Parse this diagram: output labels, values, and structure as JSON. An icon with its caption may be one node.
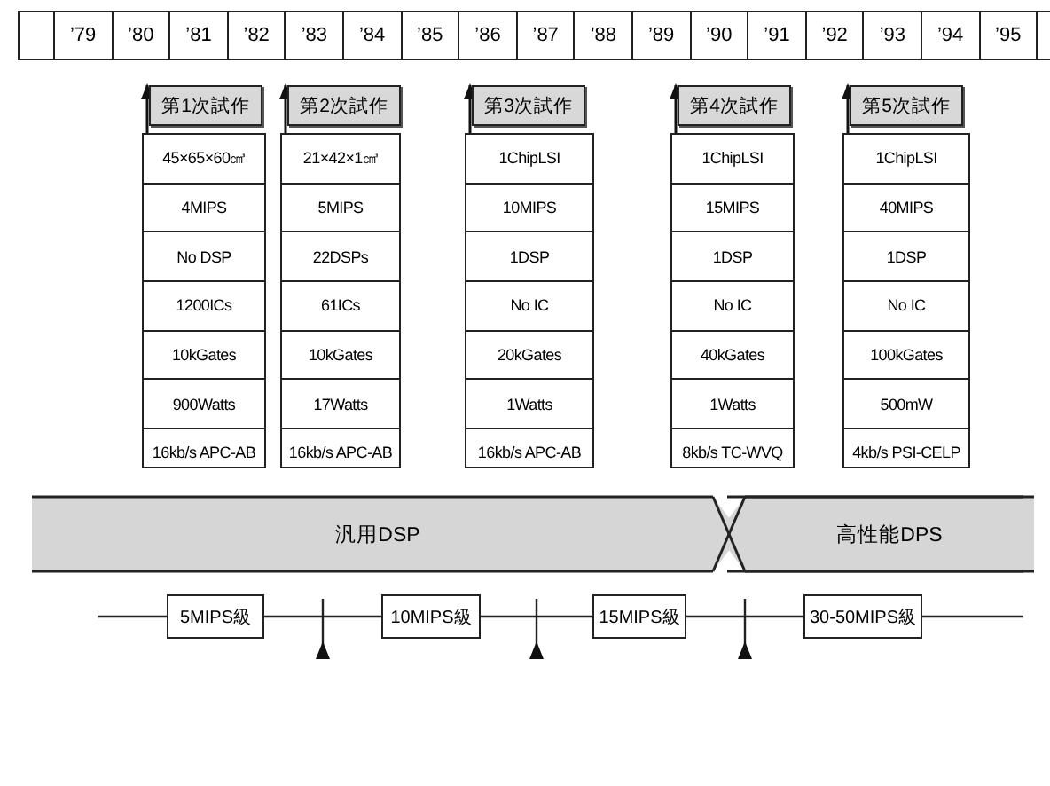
{
  "diagram": {
    "nodes": [
      {
        "text": [
          "第1次試作"
        ]
      },
      {
        "text": [
          "45×65×60㎤",
          "4MIPS",
          "No DSP",
          "1200ICs",
          "10kGates",
          "900Watts",
          "16kb/s APC-AB"
        ]
      },
      {
        "text": [
          "第2次試作"
        ]
      },
      {
        "text": [
          "21×42×1㎤",
          "5MIPS",
          "22DSPs",
          "61ICs",
          "10kGates",
          "17Watts",
          "16kb/s APC-AB"
        ]
      },
      {
        "text": [
          "第3次試作"
        ]
      },
      {
        "text": [
          "1ChipLSI",
          "10MIPS",
          "1DSP",
          "No IC",
          "20kGates",
          "1Watts",
          "16kb/s APC-AB"
        ]
      },
      {
        "text": [
          "第4次試作"
        ]
      },
      {
        "text": [
          "1ChipLSI",
          "15MIPS",
          "1DSP",
          "No IC",
          "40kGates",
          "1Watts",
          "8kb/s TC-WVQ"
        ]
      },
      {
        "text": [
          "第5次試作"
        ]
      },
      {
        "text": [
          "1ChipLSI",
          "40MIPS",
          "1DSP",
          "No IC",
          "100kGates",
          "500mW",
          "4kb/s PSI-CELP"
        ]
      },
      {
        "text": [
          "汎用DSP"
        ]
      },
      {
        "text": [
          "高性能DPS"
        ]
      },
      {
        "text": [
          "5MIPS級"
        ]
      },
      {
        "text": [
          "10MIPS級"
        ]
      },
      {
        "text": [
          "15MIPS級"
        ]
      },
      {
        "text": [
          "30-50MIPS級"
        ]
      }
    ],
    "edges": [
      {
        "from": 12,
        "to": 13,
        "arrow": "none"
      },
      {
        "from": 13,
        "to": 14,
        "arrow": "none"
      },
      {
        "from": 14,
        "to": 15,
        "arrow": "none"
      },
      {
        "from": 1,
        "to": 0,
        "arrow": "to"
      },
      {
        "from": 3,
        "to": 2,
        "arrow": "to"
      },
      {
        "from": 5,
        "to": 4,
        "arrow": "to"
      },
      {
        "from": 7,
        "to": 6,
        "arrow": "to"
      },
      {
        "from": 9,
        "to": 8,
        "arrow": "to"
      }
    ],
    "labels": [
      "’79",
      "’80",
      "’81",
      "’82",
      "’83",
      "’84",
      "’85",
      "’86",
      "’87",
      "’88",
      "’89",
      "’90",
      "’91",
      "’92",
      "’93",
      "’94",
      "’95"
    ]
  }
}
